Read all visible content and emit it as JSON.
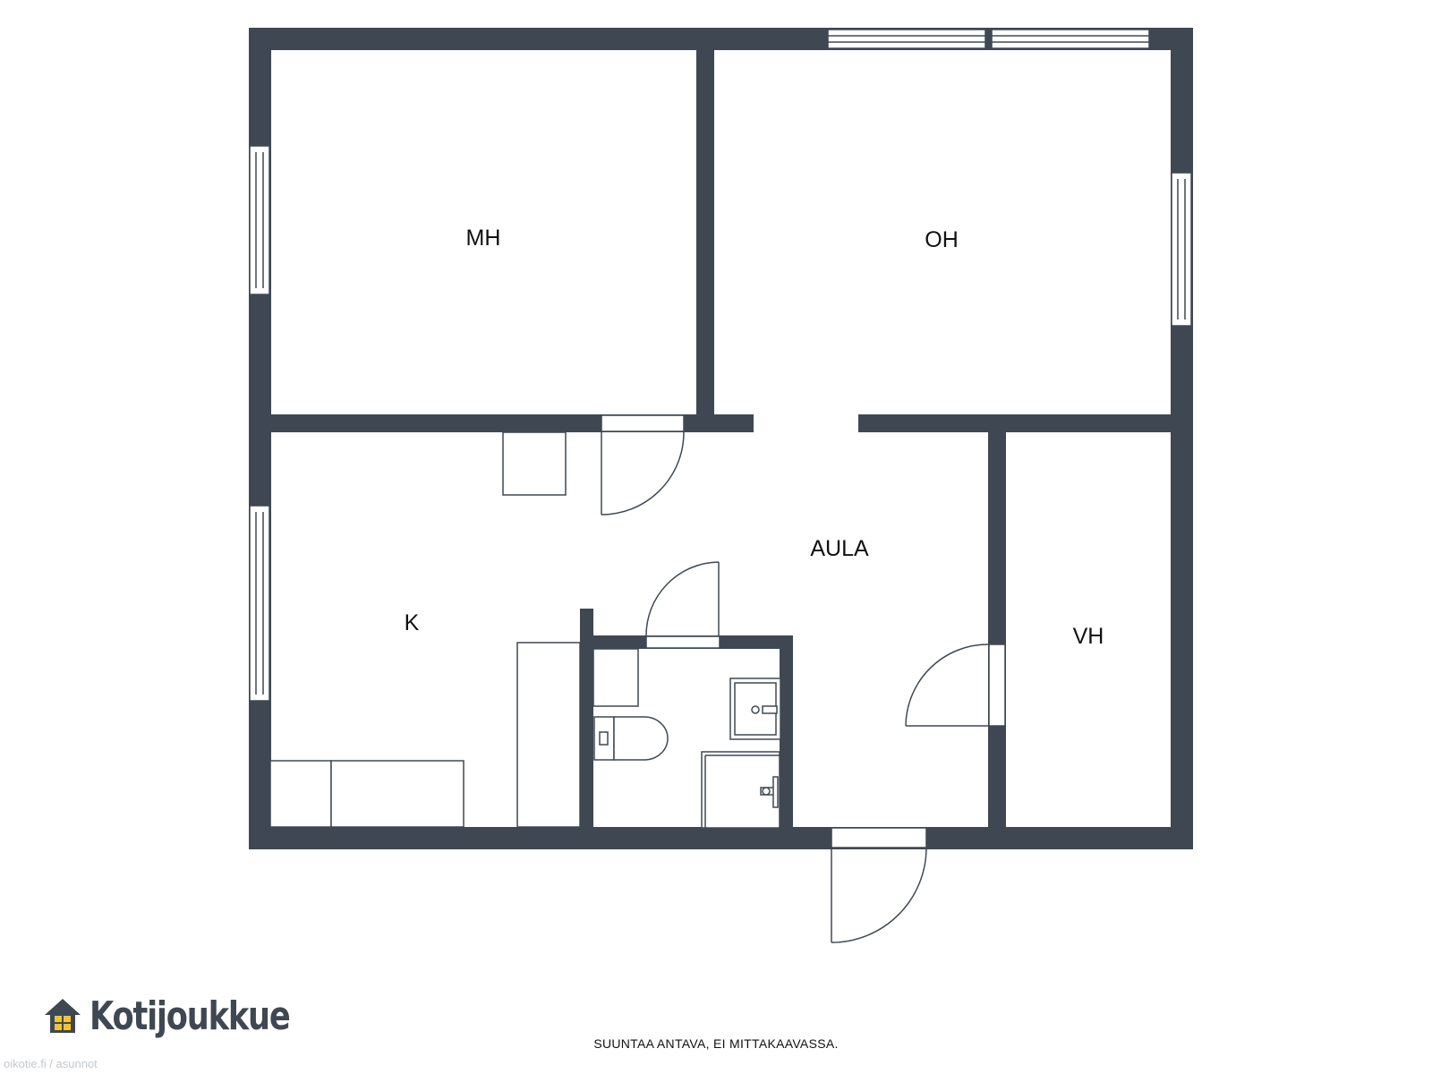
{
  "floorplan": {
    "rooms": [
      {
        "id": "mh",
        "label": "MH"
      },
      {
        "id": "oh",
        "label": "OH"
      },
      {
        "id": "aula",
        "label": "AULA"
      },
      {
        "id": "k",
        "label": "K"
      },
      {
        "id": "vh",
        "label": "VH"
      }
    ],
    "wall_color": "#3f4852"
  },
  "brand": {
    "name": "Kotijoukkue",
    "logo_icon": "house-icon",
    "accent_color": "#f4c430"
  },
  "footer": {
    "note": "SUUNTAA ANTAVA, EI MITTAKAAVASSA.",
    "watermark": "oikotie.fi / asunnot"
  }
}
